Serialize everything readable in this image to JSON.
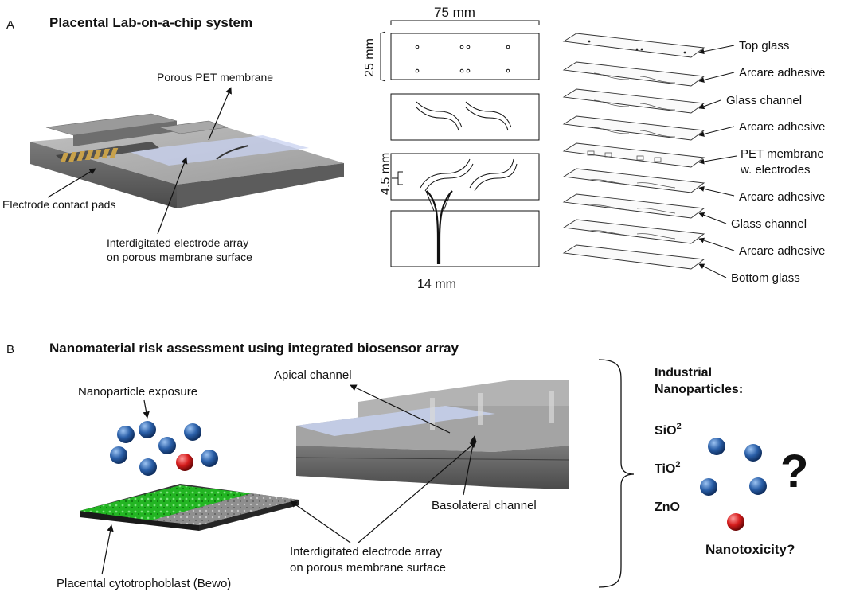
{
  "panel_a": {
    "letter": "A",
    "title": "Placental Lab-on-a-chip system",
    "labels": {
      "membrane": "Porous PET membrane",
      "pads": "Electrode contact pads",
      "electrode_line1": "Interdigitated electrode array",
      "electrode_line2": "on porous membrane surface"
    },
    "dimensions": {
      "width": "75 mm",
      "height": "25 mm",
      "gap": "4.5 mm",
      "length": "14 mm"
    },
    "layers": [
      "Top glass",
      "Arcare adhesive",
      "Glass channel",
      "Arcare adhesive",
      "PET membrane",
      "w. electrodes",
      "Arcare adhesive",
      "Glass channel",
      "Arcare adhesive",
      "Bottom glass"
    ]
  },
  "panel_b": {
    "letter": "B",
    "title": "Nanomaterial  risk assessment using integrated biosensor array",
    "labels": {
      "exposure": "Nanoparticle exposure",
      "apical": "Apical channel",
      "basolateral": "Basolateral channel",
      "electrode_line1": "Interdigitated electrode array",
      "electrode_line2": "on porous membrane surface",
      "cells": "Placental cytotrophoblast (Bewo)"
    },
    "nanoparticles": {
      "title_line1": "Industrial",
      "title_line2": "Nanoparticles:",
      "items": [
        {
          "base": "SiO",
          "sup": "2"
        },
        {
          "base": "TiO",
          "sup": "2"
        },
        {
          "base": "ZnO",
          "sup": ""
        }
      ],
      "question": "?",
      "toxicity": "Nanotoxicity?"
    }
  },
  "colors": {
    "np_blue": "#2a5fa8",
    "np_red": "#d51c1c",
    "cell_green": "#23b523",
    "chip_gray": "#8a8a8a",
    "membrane_blue": "#c8d2f0"
  }
}
